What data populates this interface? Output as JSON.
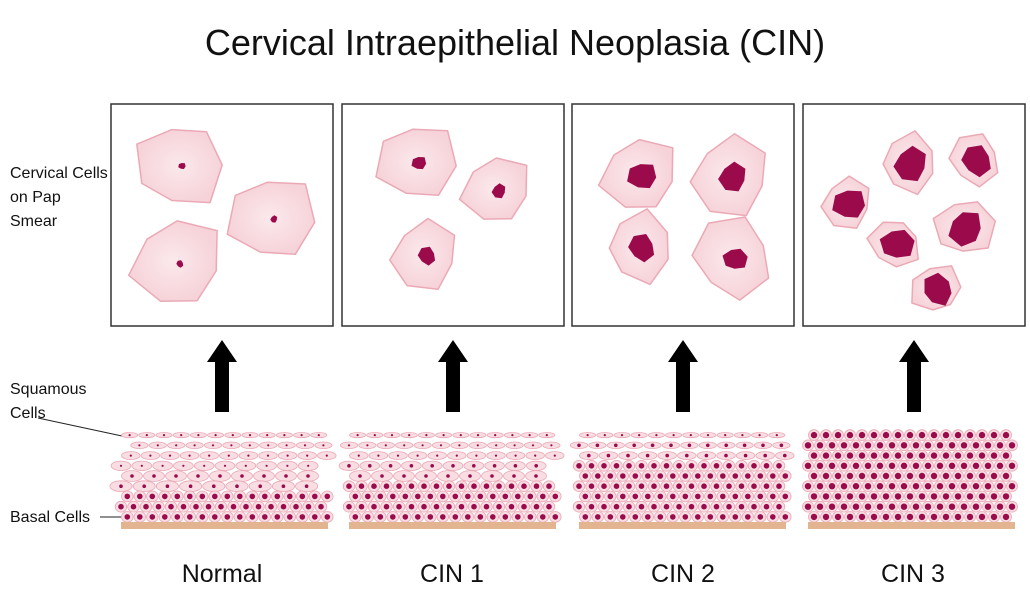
{
  "title": "Cervical Intraepithelial Neoplasia (CIN)",
  "side_labels": {
    "pap_smear": "Cervical Cells on Pap Smear",
    "squamous": "Squamous Cells",
    "basal": "Basal Cells"
  },
  "stages": [
    {
      "label": "Normal"
    },
    {
      "label": "CIN 1"
    },
    {
      "label": "CIN 2"
    },
    {
      "label": "CIN 3"
    }
  ],
  "colors": {
    "cytoplasm": "#f6d3d9",
    "cytoplasm_edge": "#eba9b6",
    "nucleus": "#9b0a4b",
    "basement": "#e2b48f",
    "frame": "#333333"
  }
}
